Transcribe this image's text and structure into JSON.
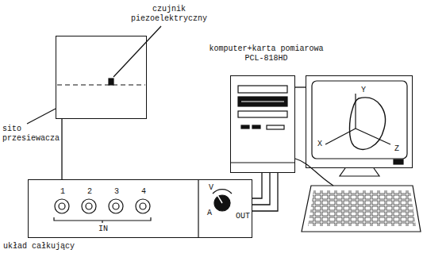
{
  "diagram": {
    "nodes": [
      {
        "text": [
          "sito przesiewacza"
        ]
      },
      {
        "text": [
          "układ całkujący",
          "1",
          "2",
          "3",
          "4",
          "IN",
          "V",
          "A",
          "OUT"
        ]
      },
      {
        "text": [
          "komputer+karta pomiarowa PCL-818HD"
        ]
      },
      {
        "text": [
          "Y",
          "X",
          "Z"
        ]
      }
    ],
    "edges": [
      {
        "from": 0,
        "to": 1,
        "arrow": "none"
      },
      {
        "from": 1,
        "to": 2,
        "arrow": "none"
      },
      {
        "from": 2,
        "to": 3,
        "arrow": "none"
      }
    ],
    "labels": [
      "czujnik piezoelektryczny"
    ]
  }
}
